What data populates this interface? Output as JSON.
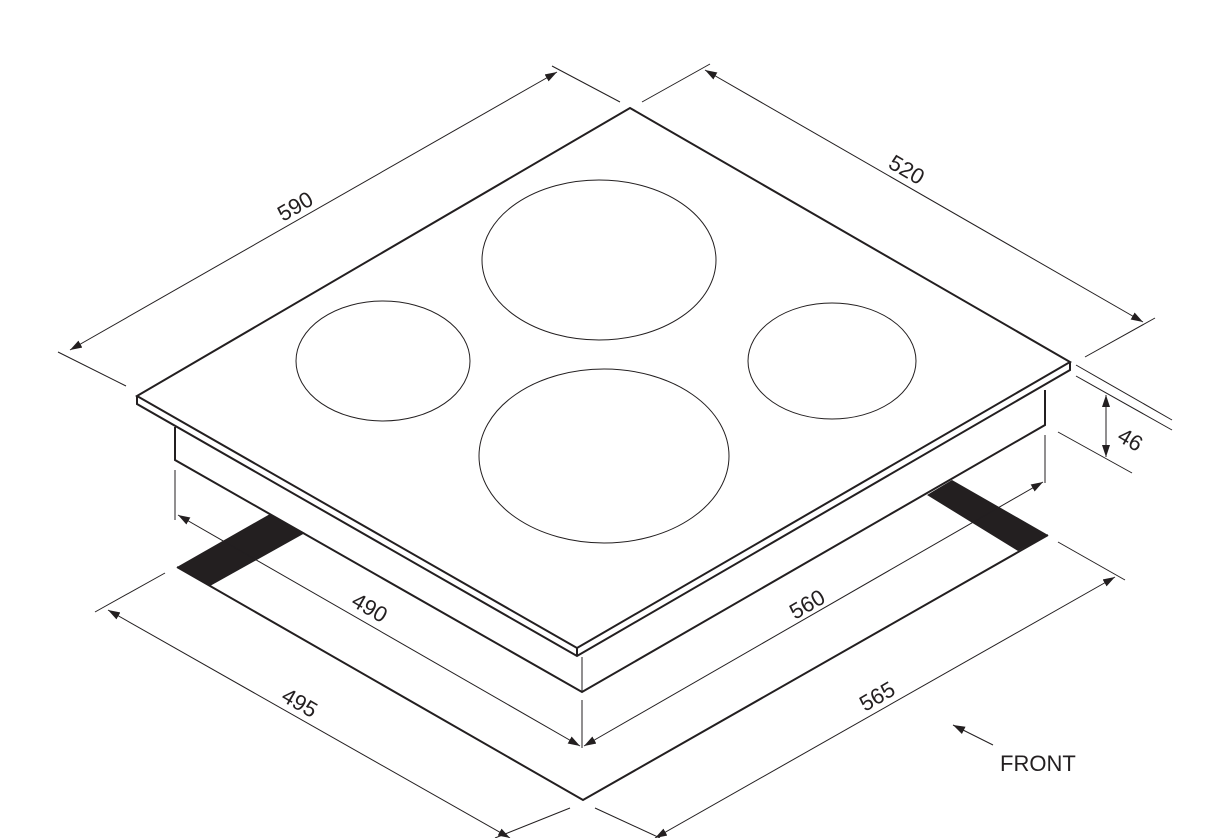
{
  "dimensions": {
    "width_top": "590",
    "depth_top": "520",
    "height": "46",
    "cutout_inner_depth": "490",
    "cutout_inner_width": "560",
    "cutout_depth": "495",
    "cutout_width": "565"
  },
  "orientation_label": "FRONT",
  "colors": {
    "line": "#231f20",
    "bracket_fill": "#231f20",
    "background": "#ffffff"
  }
}
